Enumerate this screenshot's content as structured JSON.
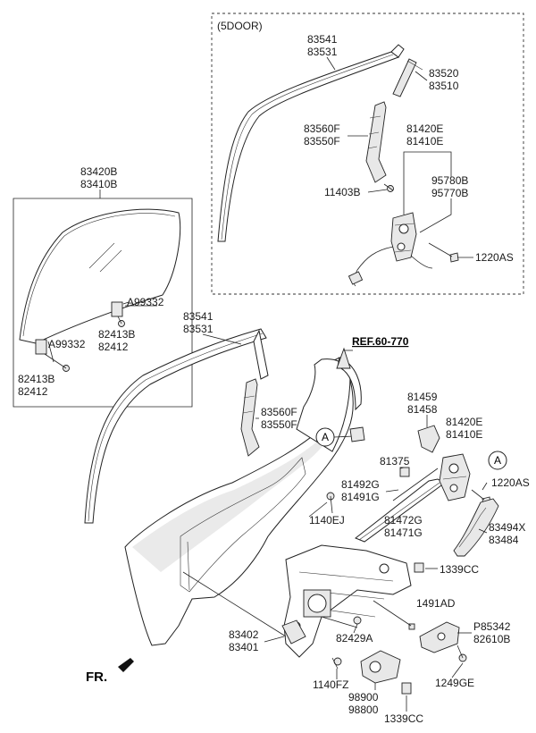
{
  "diagram": {
    "box_title": "(5DOOR)",
    "ref_label": "REF.60-770",
    "front_label": "FR.",
    "circle_marker": "A",
    "colors": {
      "line": "#222222",
      "fill": "#ffffff",
      "shade": "#e8e8e8"
    },
    "labels": {
      "l83541_top": "83541",
      "l83531_top": "83531",
      "l83520": "83520",
      "l83510": "83510",
      "l83560F_top": "83560F",
      "l83550F_top": "83550F",
      "l81420E_top": "81420E",
      "l81410E_top": "81410E",
      "l95780B": "95780B",
      "l95770B": "95770B",
      "l11403B": "11403B",
      "l1220AS_top": "1220AS",
      "l83420B": "83420B",
      "l83410B": "83410B",
      "lA99332_a": "A99332",
      "l82413B_a": "82413B",
      "l82412_a": "82412",
      "lA99332_b": "A99332",
      "l82413B_b": "82413B",
      "l82412_b": "82412",
      "l83541_mid": "83541",
      "l83531_mid": "83531",
      "l83560F_mid": "83560F",
      "l83550F_mid": "83550F",
      "l81459": "81459",
      "l81458": "81458",
      "l81420E_mid": "81420E",
      "l81410E_mid": "81410E",
      "l81375": "81375",
      "l81492G": "81492G",
      "l81491G": "81491G",
      "l1220AS_mid": "1220AS",
      "l81472G": "81472G",
      "l81471G": "81471G",
      "l83494X": "83494X",
      "l83484": "83484",
      "l1140EJ": "1140EJ",
      "l1339CC_mid": "1339CC",
      "l1491AD": "1491AD",
      "lP85342": "P85342",
      "l82610B": "82610B",
      "l83402": "83402",
      "l83401": "83401",
      "l82429A": "82429A",
      "l1140FZ": "1140FZ",
      "l98900": "98900",
      "l98800": "98800",
      "l1249GE": "1249GE",
      "l1339CC_bot": "1339CC"
    }
  }
}
